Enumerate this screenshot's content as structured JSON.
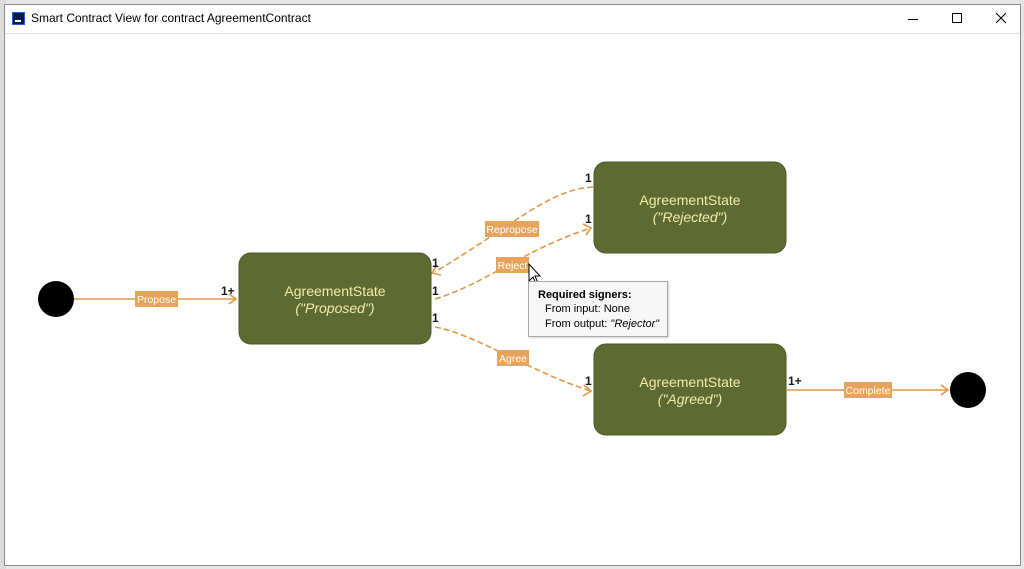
{
  "window": {
    "title": "Smart Contract View for contract AgreementContract",
    "controls": [
      "minimize",
      "maximize",
      "close"
    ]
  },
  "colors": {
    "state_fill": "#5d6b33",
    "state_text": "#f3eba8",
    "edge": "#e09848",
    "edge_label_bg": "#e6a35c",
    "edge_label_text": "#ffffff",
    "terminal": "#000000"
  },
  "diagram": {
    "states": {
      "proposed": {
        "name": "AgreementState",
        "status": "(\"Proposed\")"
      },
      "rejected": {
        "name": "AgreementState",
        "status": "(\"Rejected\")"
      },
      "agreed": {
        "name": "AgreementState",
        "status": "(\"Agreed\")"
      }
    },
    "transitions": {
      "propose": {
        "label": "Propose",
        "multiplicity_target": "1+"
      },
      "repropose": {
        "label": "Repropose",
        "multiplicity_source": "1",
        "multiplicity_target": "1"
      },
      "reject": {
        "label": "Reject",
        "multiplicity_source": "1",
        "multiplicity_target": "1"
      },
      "agree": {
        "label": "Agree",
        "multiplicity_source": "1",
        "multiplicity_target": "1"
      },
      "complete": {
        "label": "Complete",
        "multiplicity_source": "1+"
      }
    }
  },
  "tooltip": {
    "heading": "Required signers:",
    "input_label": "From input:",
    "input_value": "None",
    "output_label": "From output:",
    "output_value": "\"Rejector\""
  }
}
